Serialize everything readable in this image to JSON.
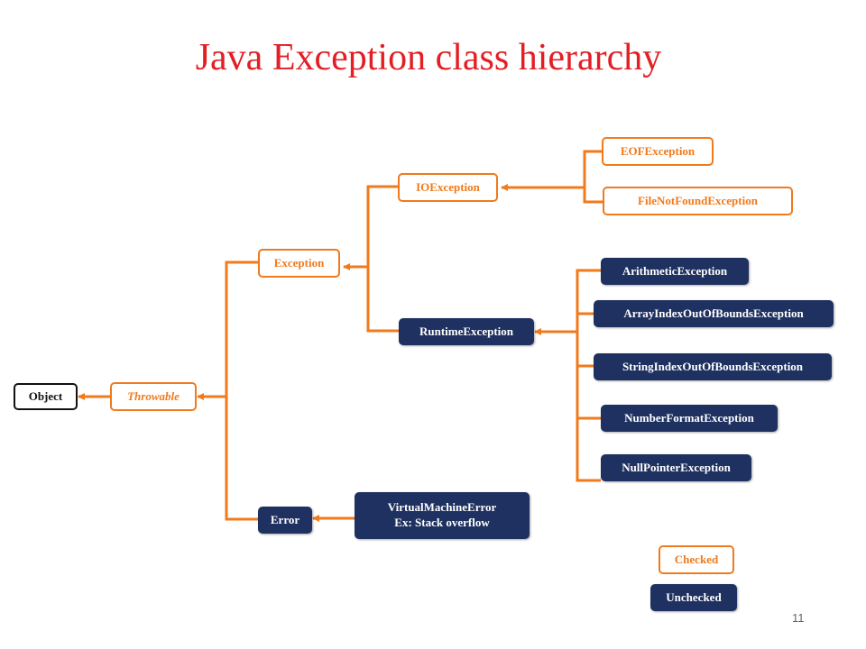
{
  "title": "Java Exception class hierarchy",
  "page_number": "11",
  "colors": {
    "title": "#e31e24",
    "checked": "#f07a1c",
    "unchecked": "#1f3160",
    "plain": "#111111"
  },
  "nodes": {
    "object": "Object",
    "throwable": "Throwable",
    "exception": "Exception",
    "error": "Error",
    "ioexception": "IOException",
    "runtimeexception": "RuntimeException",
    "eofexception": "EOFException",
    "filenotfound": "FileNotFoundException",
    "arithmetic": "ArithmeticException",
    "arrayindex": "ArrayIndexOutOfBoundsException",
    "stringindex": "StringIndexOutOfBoundsException",
    "numberformat": "NumberFormatException",
    "nullpointer": "NullPointerException",
    "vm_error_line1": "VirtualMachineError",
    "vm_error_line2": "Ex: Stack overflow"
  },
  "legend": {
    "checked": "Checked",
    "unchecked": "Unchecked"
  },
  "edges": [
    {
      "from": "throwable",
      "to": "object"
    },
    {
      "from": "exception",
      "to": "throwable"
    },
    {
      "from": "error",
      "to": "throwable"
    },
    {
      "from": "ioexception",
      "to": "exception"
    },
    {
      "from": "runtimeexception",
      "to": "exception"
    },
    {
      "from": "eofexception",
      "to": "ioexception"
    },
    {
      "from": "filenotfound",
      "to": "ioexception"
    },
    {
      "from": "arithmetic",
      "to": "runtimeexception"
    },
    {
      "from": "arrayindex",
      "to": "runtimeexception"
    },
    {
      "from": "stringindex",
      "to": "runtimeexception"
    },
    {
      "from": "numberformat",
      "to": "runtimeexception"
    },
    {
      "from": "nullpointer",
      "to": "runtimeexception"
    },
    {
      "from": "vm_error",
      "to": "error"
    }
  ]
}
